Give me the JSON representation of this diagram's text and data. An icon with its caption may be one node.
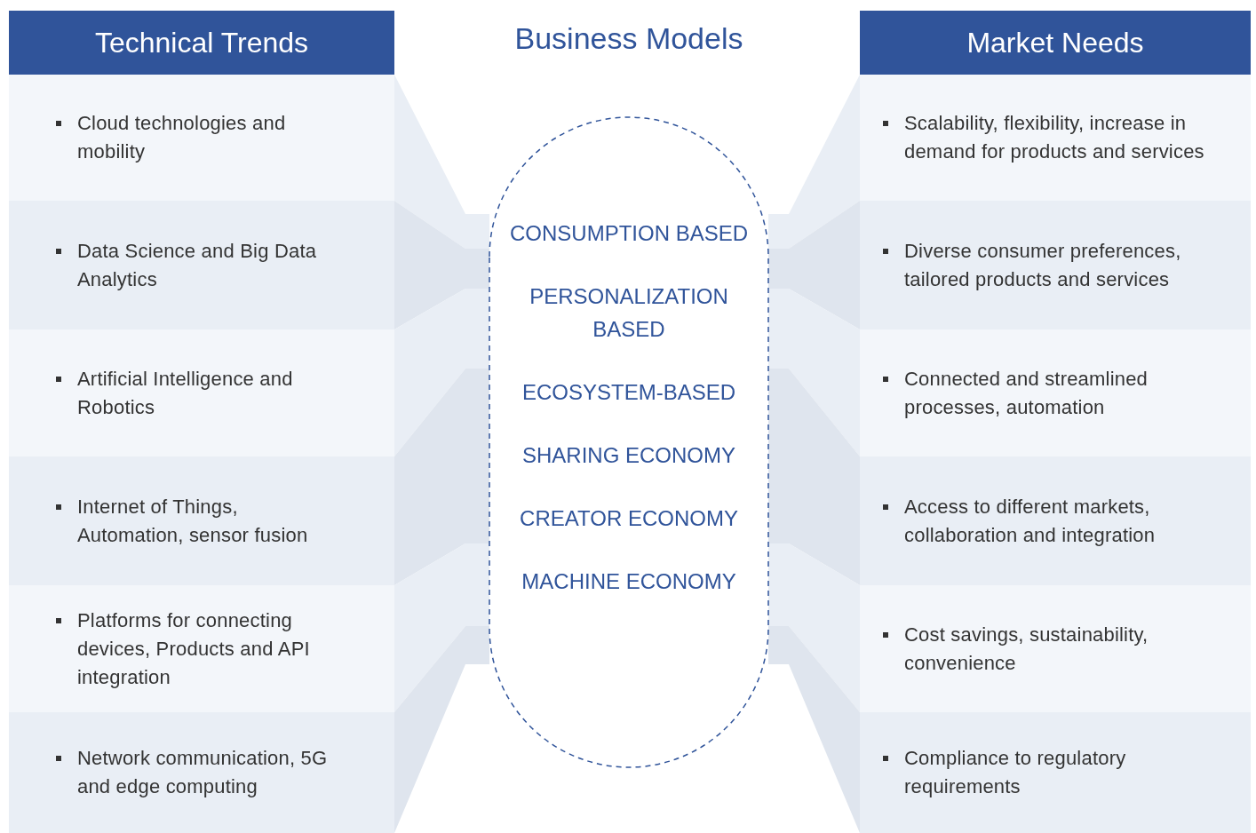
{
  "diagram": {
    "nodes": [
      {
        "text": [
          "Technical Trends"
        ]
      },
      {
        "text": [
          "Cloud technologies and mobility"
        ],
        "in": 0
      },
      {
        "text": [
          "Data Science and Big Data Analytics"
        ],
        "in": 0
      },
      {
        "text": [
          "Artificial Intelligence and Robotics"
        ],
        "in": 0
      },
      {
        "text": [
          "Internet of Things, Automation, sensor fusion"
        ],
        "in": 0
      },
      {
        "text": [
          "Platforms for connecting devices, Products and API integration"
        ],
        "in": 0
      },
      {
        "text": [
          "Network communication, 5G and edge computing"
        ],
        "in": 0
      },
      {
        "text": [
          "CONSUMPTION BASED",
          "PERSONALIZATION BASED",
          "ECOSYSTEM-BASED",
          "SHARING ECONOMY",
          "CREATOR ECONOMY",
          "MACHINE ECONOMY"
        ],
        "beside": [
          "Business Models"
        ]
      },
      {
        "text": [
          "Market Needs"
        ]
      },
      {
        "text": [
          "Scalability, flexibility, increase in demand for products and services"
        ],
        "in": 8
      },
      {
        "text": [
          "Diverse consumer preferences, tailored products and services"
        ],
        "in": 8
      },
      {
        "text": [
          "Connected and streamlined processes, automation"
        ],
        "in": 8
      },
      {
        "text": [
          "Access to different markets, collaboration and integration"
        ],
        "in": 8
      },
      {
        "text": [
          "Cost savings, sustainability, convenience"
        ],
        "in": 8
      },
      {
        "text": [
          "Compliance to regulatory requirements"
        ],
        "in": 8
      }
    ]
  }
}
